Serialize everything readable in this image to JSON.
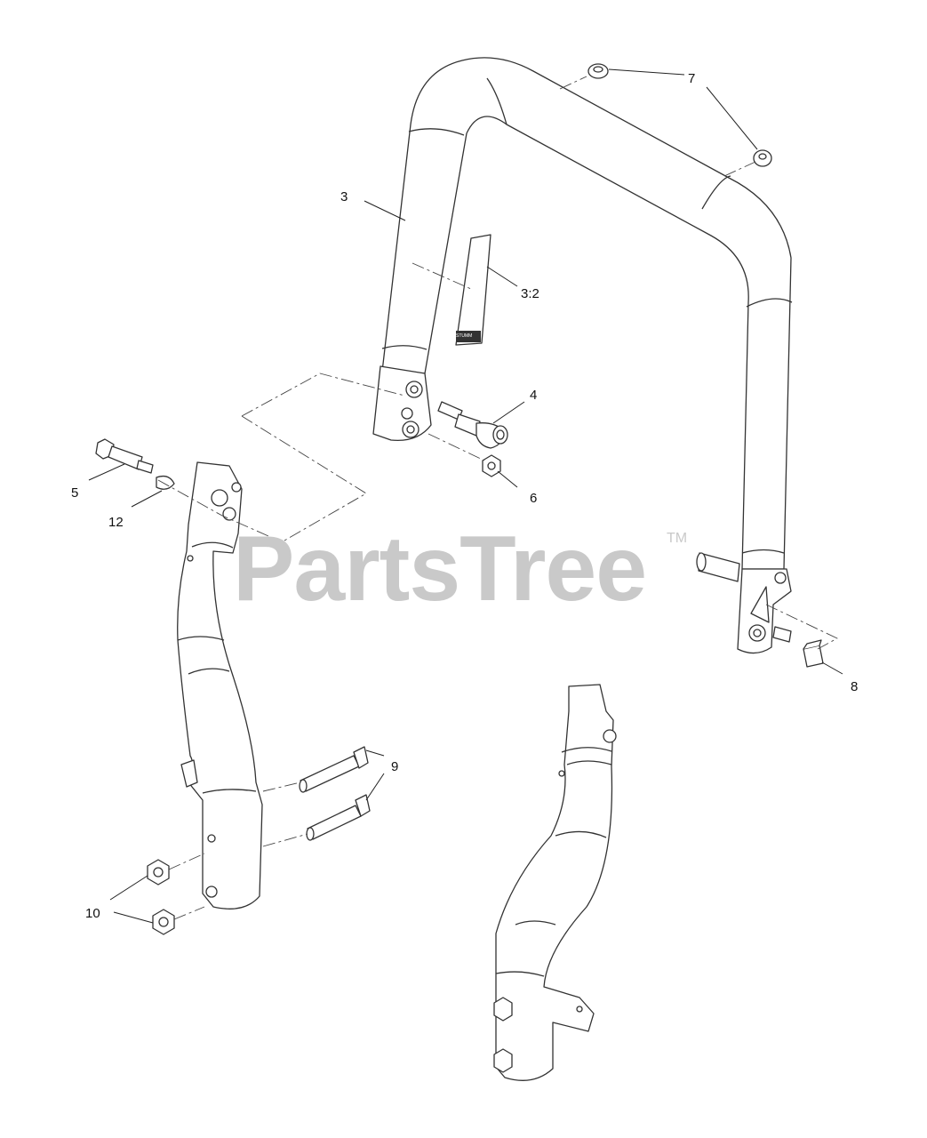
{
  "diagram": {
    "callouts": {
      "c3": "3",
      "c3_2": "3:2",
      "c4": "4",
      "c5": "5",
      "c6": "6",
      "c7": "7",
      "c8": "8",
      "c9": "9",
      "c10": "10",
      "c12": "12"
    },
    "watermark": {
      "text": "PartsTree",
      "trademark": "TM"
    },
    "decal_label": "STUMM"
  }
}
